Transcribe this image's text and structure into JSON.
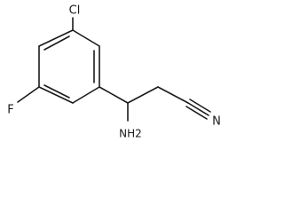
{
  "structure": {
    "atoms": {
      "chlorine": "Cl",
      "fluorine": "F",
      "amine": "NH2",
      "nitrile_nitrogen": "N"
    }
  }
}
